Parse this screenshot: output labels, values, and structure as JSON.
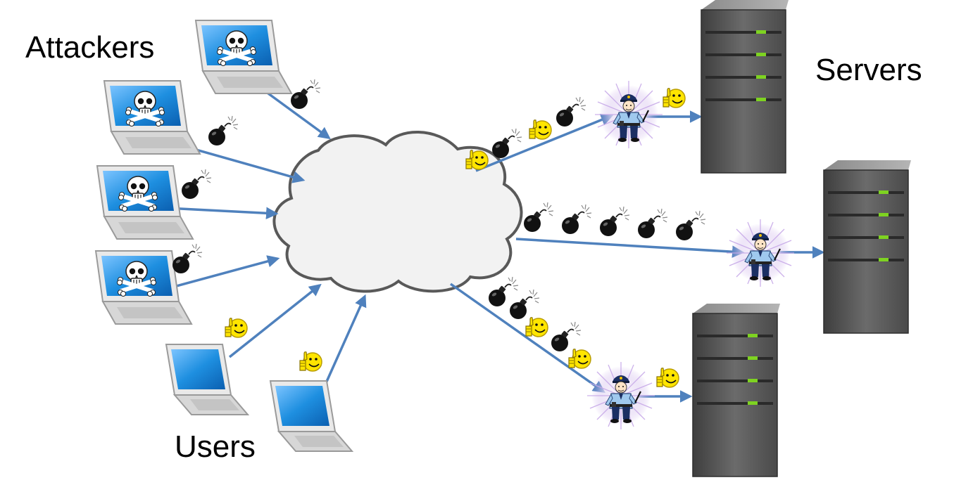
{
  "labels": {
    "attackers": "Attackers",
    "servers": "Servers",
    "users": "Users"
  },
  "colors": {
    "arrow": "#4f81bd",
    "cloud_fill": "#f2f2f2",
    "cloud_stroke": "#595959",
    "screen": "#1e8fe0",
    "server_body": "#5a5a5a",
    "server_light": "#7ed321",
    "smiley": "#ffe500",
    "bomb": "#111111",
    "police_uniform": "#9fc9ee"
  },
  "icons": {
    "attacker_laptop": "skull-crossbones-laptop-icon",
    "user_laptop": "laptop-icon",
    "bomb": "bomb-icon",
    "good_request": "thumbs-up-smiley-icon",
    "filter": "police-officer-icon",
    "server": "server-tower-icon",
    "network": "cloud-icon"
  }
}
